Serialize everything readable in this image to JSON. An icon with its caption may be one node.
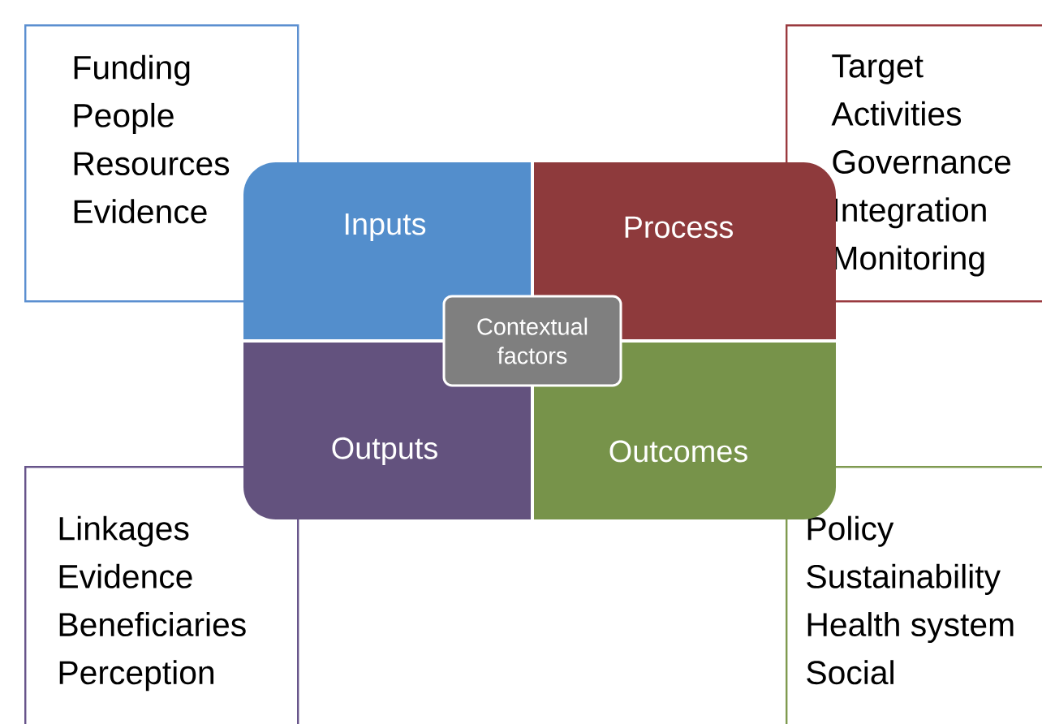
{
  "diagram": {
    "nodes": [
      {
        "text": [
          "Funding",
          "People",
          "Resources",
          "Evidence"
        ]
      },
      {
        "text": [
          "Target",
          "Activities",
          "Governance",
          "Integration",
          "Monitoring"
        ]
      },
      {
        "text": [
          "Inputs"
        ]
      },
      {
        "text": [
          "Process"
        ]
      },
      {
        "text": [
          "Contextual factors"
        ]
      },
      {
        "text": [
          "Outputs"
        ]
      },
      {
        "text": [
          "Outcomes"
        ]
      },
      {
        "text": [
          "Linkages",
          "Evidence",
          "Beneficiaries",
          "Perception"
        ]
      },
      {
        "text": [
          "Policy",
          "Sustainability",
          "Health system",
          "Social"
        ]
      }
    ]
  }
}
